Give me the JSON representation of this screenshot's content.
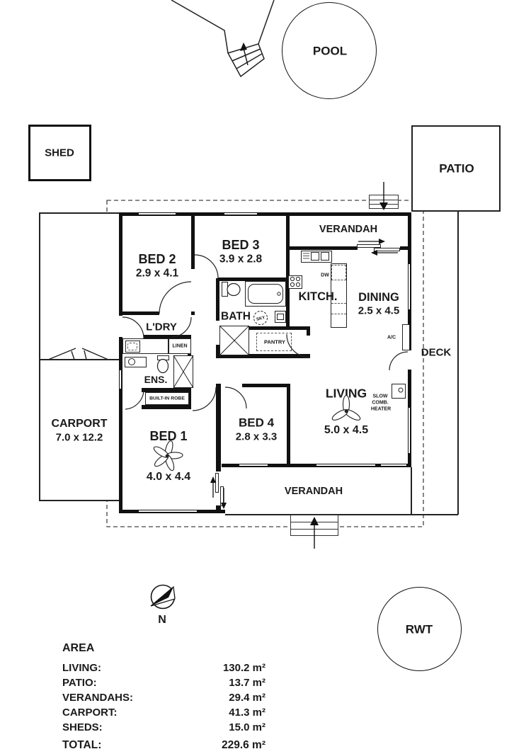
{
  "site": {
    "pool": "POOL",
    "shed": "SHED",
    "patio": "PATIO",
    "deck": "DECK",
    "rwt": "RWT",
    "verandah_top": "VERANDAH",
    "verandah_bottom": "VERANDAH",
    "carport_name": "CARPORT",
    "carport_dims": "7.0 x 12.2"
  },
  "rooms": {
    "bed1_name": "BED 1",
    "bed1_dims": "4.0 x 4.4",
    "bed2_name": "BED 2",
    "bed2_dims": "2.9 x 4.1",
    "bed3_name": "BED 3",
    "bed3_dims": "3.9 x 2.8",
    "bed4_name": "BED 4",
    "bed4_dims": "2.8 x 3.3",
    "living_name": "LIVING",
    "living_dims": "5.0 x 4.5",
    "dining_name": "DINING",
    "dining_dims": "2.5 x 4.5",
    "kitchen": "KITCH.",
    "bath": "BATH",
    "laundry": "L'DRY",
    "ensuite": "ENS.",
    "pantry": "PANTRY",
    "linen": "LINEN",
    "robe": "BUILT-IN ROBE",
    "sky": "SKY",
    "dw": "DW",
    "ac": "A/C",
    "heater_l1": "SLOW",
    "heater_l2": "COMB.",
    "heater_l3": "HEATER"
  },
  "compass": {
    "north": "N"
  },
  "area_table": {
    "title": "AREA",
    "rows": [
      {
        "label": "LIVING:",
        "value": "130.2 m²"
      },
      {
        "label": "PATIO:",
        "value": "13.7 m²"
      },
      {
        "label": "VERANDAHS:",
        "value": "29.4 m²"
      },
      {
        "label": "CARPORT:",
        "value": "41.3 m²"
      },
      {
        "label": "SHEDS:",
        "value": "15.0 m²"
      }
    ],
    "total_label": "TOTAL:",
    "total_value": "229.6 m²"
  }
}
